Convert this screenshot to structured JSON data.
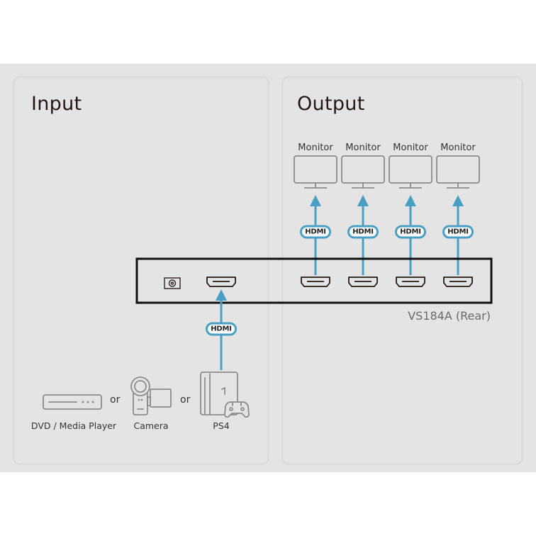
{
  "input_panel": {
    "title": "Input",
    "sources": [
      {
        "label": "DVD / Media Player",
        "icon": "dvd-player-icon"
      },
      {
        "label": "Camera",
        "icon": "camera-icon"
      },
      {
        "label": "PS4",
        "icon": "game-console-icon"
      }
    ],
    "separator": "or",
    "cable_label": "HDMI"
  },
  "output_panel": {
    "title": "Output",
    "monitors": [
      {
        "label": "Monitor",
        "cable_label": "HDMI"
      },
      {
        "label": "Monitor",
        "cable_label": "HDMI"
      },
      {
        "label": "Monitor",
        "cable_label": "HDMI"
      },
      {
        "label": "Monitor",
        "cable_label": "HDMI"
      }
    ]
  },
  "device": {
    "model_label": "VS184A (Rear)",
    "ports": [
      "power-jack",
      "hdmi-in",
      "hdmi-out-1",
      "hdmi-out-2",
      "hdmi-out-3",
      "hdmi-out-4"
    ]
  },
  "colors": {
    "cable": "#4a9fc4",
    "background": "#e4e4e4",
    "panel_border": "#dcdcdc",
    "icon_stroke": "#8c8c8c",
    "device_border": "#111111"
  }
}
